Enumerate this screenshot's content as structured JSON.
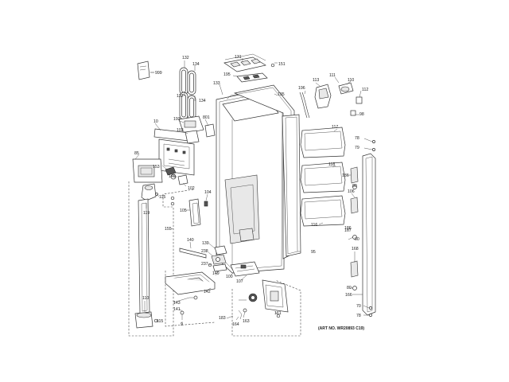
{
  "art_number": "(ART NO. WR20893 C19)",
  "labels": {
    "l999": "999",
    "l132a": "132",
    "l134a": "134",
    "l131": "131",
    "l151": "151",
    "l195": "195",
    "l133": "133",
    "l135": "135",
    "l132b": "132",
    "l134b": "134",
    "l196": "196",
    "l113": "113",
    "l111": "111",
    "l110": "110",
    "l112": "112",
    "l98": "98",
    "l193": "193",
    "l801": "801",
    "l10": "10",
    "l103": "103",
    "l117": "117",
    "l78a": "78",
    "l79": "79",
    "l85": "85",
    "l153": "153",
    "l146": "146",
    "l102": "102",
    "l118": "118",
    "l186a": "186",
    "l80a": "80",
    "l115a": "115",
    "l119": "119",
    "l104": "104",
    "l106": "106",
    "l105": "105",
    "l116": "116",
    "l186b": "186",
    "l167": "167",
    "l155": "155",
    "l80b": "80",
    "l140": "140",
    "l139": "139",
    "l95": "95",
    "l238": "238",
    "l237": "237",
    "l168": "168",
    "l149": "149",
    "l100": "100",
    "l107": "107",
    "l80c": "80",
    "l142": "142",
    "l166": "166",
    "l143": "143",
    "l110b": "110",
    "l141": "141",
    "l183": "183",
    "l161": "161",
    "l70": "70",
    "l164": "164",
    "l163": "163",
    "l115b": "115",
    "l9": "9",
    "l78b": "78"
  }
}
